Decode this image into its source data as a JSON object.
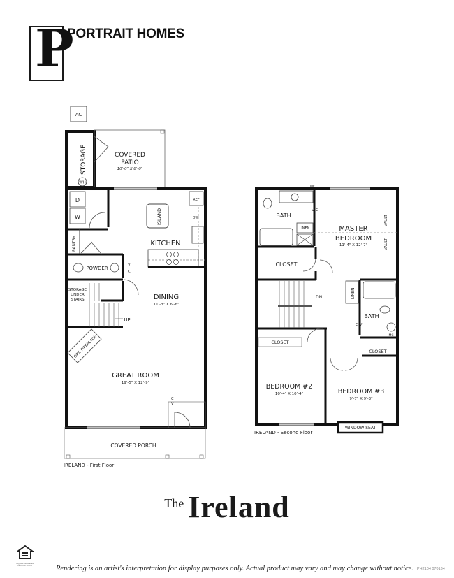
{
  "header": {
    "logo_letter": "P",
    "brand_name": "PORTRAIT HOMES"
  },
  "first_floor": {
    "label": "IRELAND - First Floor",
    "ac_label": "AC",
    "rooms": {
      "storage": "STORAGE",
      "wh": "WH",
      "covered_patio": "COVERED",
      "covered_patio_2": "PATIO",
      "covered_patio_dims": "10'-0\" X 8'-0\"",
      "dryer": "D",
      "washer": "W",
      "pantry": "PANTRY",
      "island": "ISLAND",
      "ref": "REF",
      "dw": "DW",
      "kitchen": "KITCHEN",
      "powder": "POWDER",
      "v": "V",
      "c": "C",
      "storage_under_stairs_1": "STORAGE",
      "storage_under_stairs_2": "UNDER",
      "storage_under_stairs_3": "STAIRS",
      "dining": "DINING",
      "dining_dims": "11'-3\" X 6'-6\"",
      "up": "UP",
      "opt_fireplace": "OPT. FIREPLACE",
      "great_room": "GREAT ROOM",
      "great_room_dims": "19'-5\" X 12'-9\"",
      "covered_porch": "COVERED PORCH"
    }
  },
  "second_floor": {
    "label": "IRELAND - Second Floor",
    "rooms": {
      "mc_top": "MC",
      "bath_master": "BATH",
      "vc_v": "V",
      "vc_c": "C",
      "linen_master": "LINEN",
      "master": "MASTER",
      "master_2": "BEDROOM",
      "master_dims": "11'-4\" X 12'-7\"",
      "vault_1": "VAULT",
      "vault_2": "VAULT",
      "closet_master": "CLOSET",
      "dn": "DN",
      "linen_hall": "LINEN",
      "bath_hall": "BATH",
      "cv": "C V",
      "mc_bath": "MC",
      "closet_bed2": "CLOSET",
      "closet_bed3": "CLOSET",
      "bedroom2": "BEDROOM #2",
      "bedroom2_dims": "10'-4\" X 10'-4\"",
      "bedroom3": "BEDROOM #3",
      "bedroom3_dims": "9'-7\" X 9'-3\"",
      "window_seat": "WINDOW SEAT"
    }
  },
  "title": {
    "prefix": "The",
    "name": "Ireland"
  },
  "footer": {
    "equal_housing_label": "EQUAL HOUSING OPPORTUNITY",
    "disclaimer": "Rendering is an artist's interpretation for display purposes only. Actual product may vary and may change without notice.",
    "plan_code": "PH2104 070134"
  }
}
